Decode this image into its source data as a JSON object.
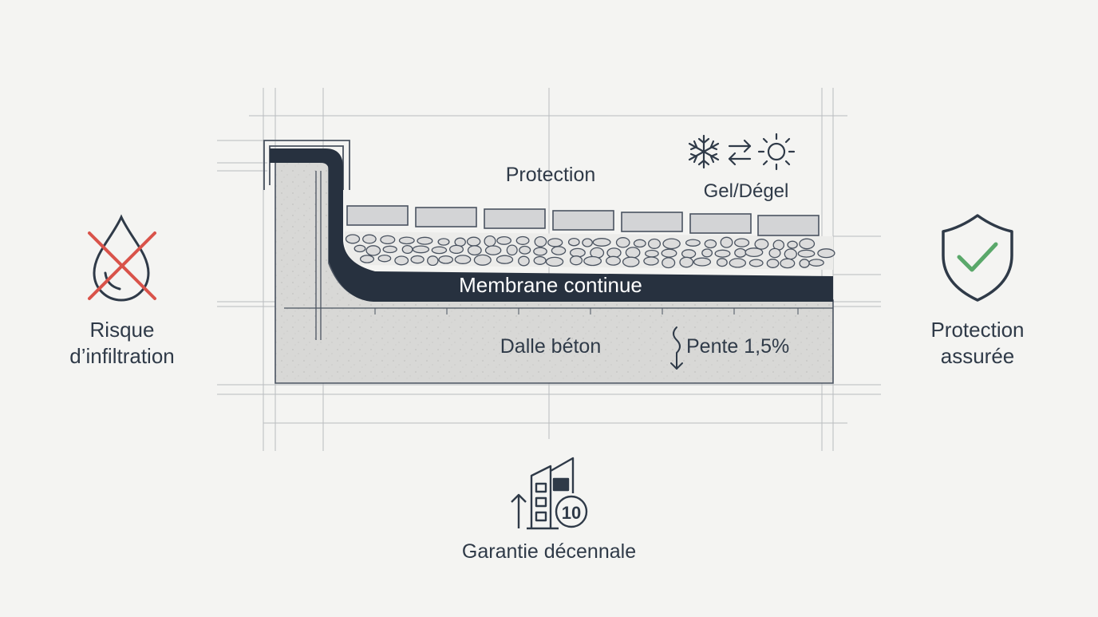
{
  "labels": {
    "risk_line1": "Risque",
    "risk_line2": "d’infiltration",
    "ok_line1": "Protection",
    "ok_line2": "assurée",
    "protection": "Protection",
    "gel_degel": "Gel/Dégel",
    "membrane": "Membrane continue",
    "dalle": "Dalle béton",
    "pente": "Pente 1,5%",
    "garantie": "Garantie décennale",
    "badge_number": "10"
  },
  "icons": {
    "risk": "water-drop-crossed-icon",
    "ok": "shield-check-icon",
    "weather": [
      "snowflake-icon",
      "swap-arrows-icon",
      "sun-icon"
    ],
    "slope": "slope-arrow-icon",
    "warranty": "building-warranty-icon"
  },
  "colors": {
    "background": "#f4f4f2",
    "membrane": "#27313f",
    "concrete": "#d9d9d7",
    "gravel": "#dcdcdc",
    "cross": "#d9534a",
    "check": "#5aa86a",
    "ink": "#2f3a48"
  }
}
